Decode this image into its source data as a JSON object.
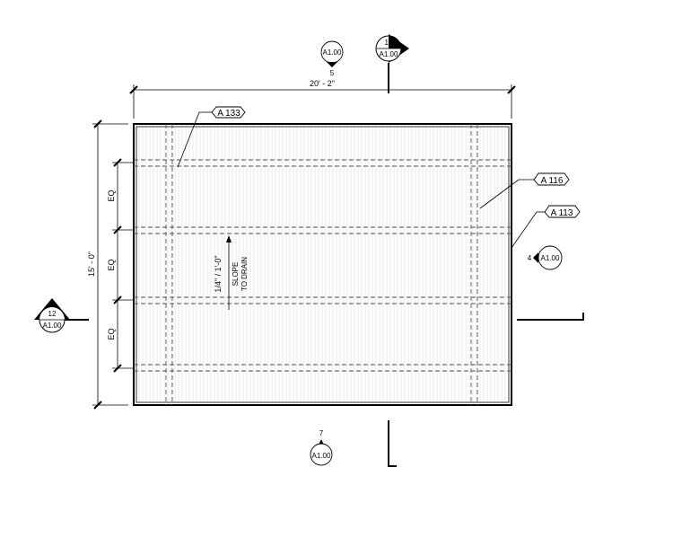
{
  "dimensions": {
    "overall_width": "20' - 2\"",
    "overall_height": "15' - 0\"",
    "eq": [
      "EQ",
      "EQ",
      "EQ"
    ]
  },
  "slope": {
    "line1": "1/4\" / 1'-0\"",
    "line2": "SLOPE",
    "line3": "TO DRAIN"
  },
  "callouts": [
    {
      "tag": "A 133"
    },
    {
      "tag": "A 116"
    },
    {
      "tag": "A 113"
    }
  ],
  "section_marks": {
    "top_left": {
      "number": "",
      "sheet": "A1.00",
      "label": "5"
    },
    "top_right": {
      "number": "13",
      "sheet": "A1.00"
    },
    "right": {
      "number": "4",
      "sheet": "A1.00"
    },
    "left": {
      "number": "12",
      "sheet": "A1.00"
    },
    "bottom": {
      "number": "7",
      "sheet": "A1.00"
    }
  }
}
